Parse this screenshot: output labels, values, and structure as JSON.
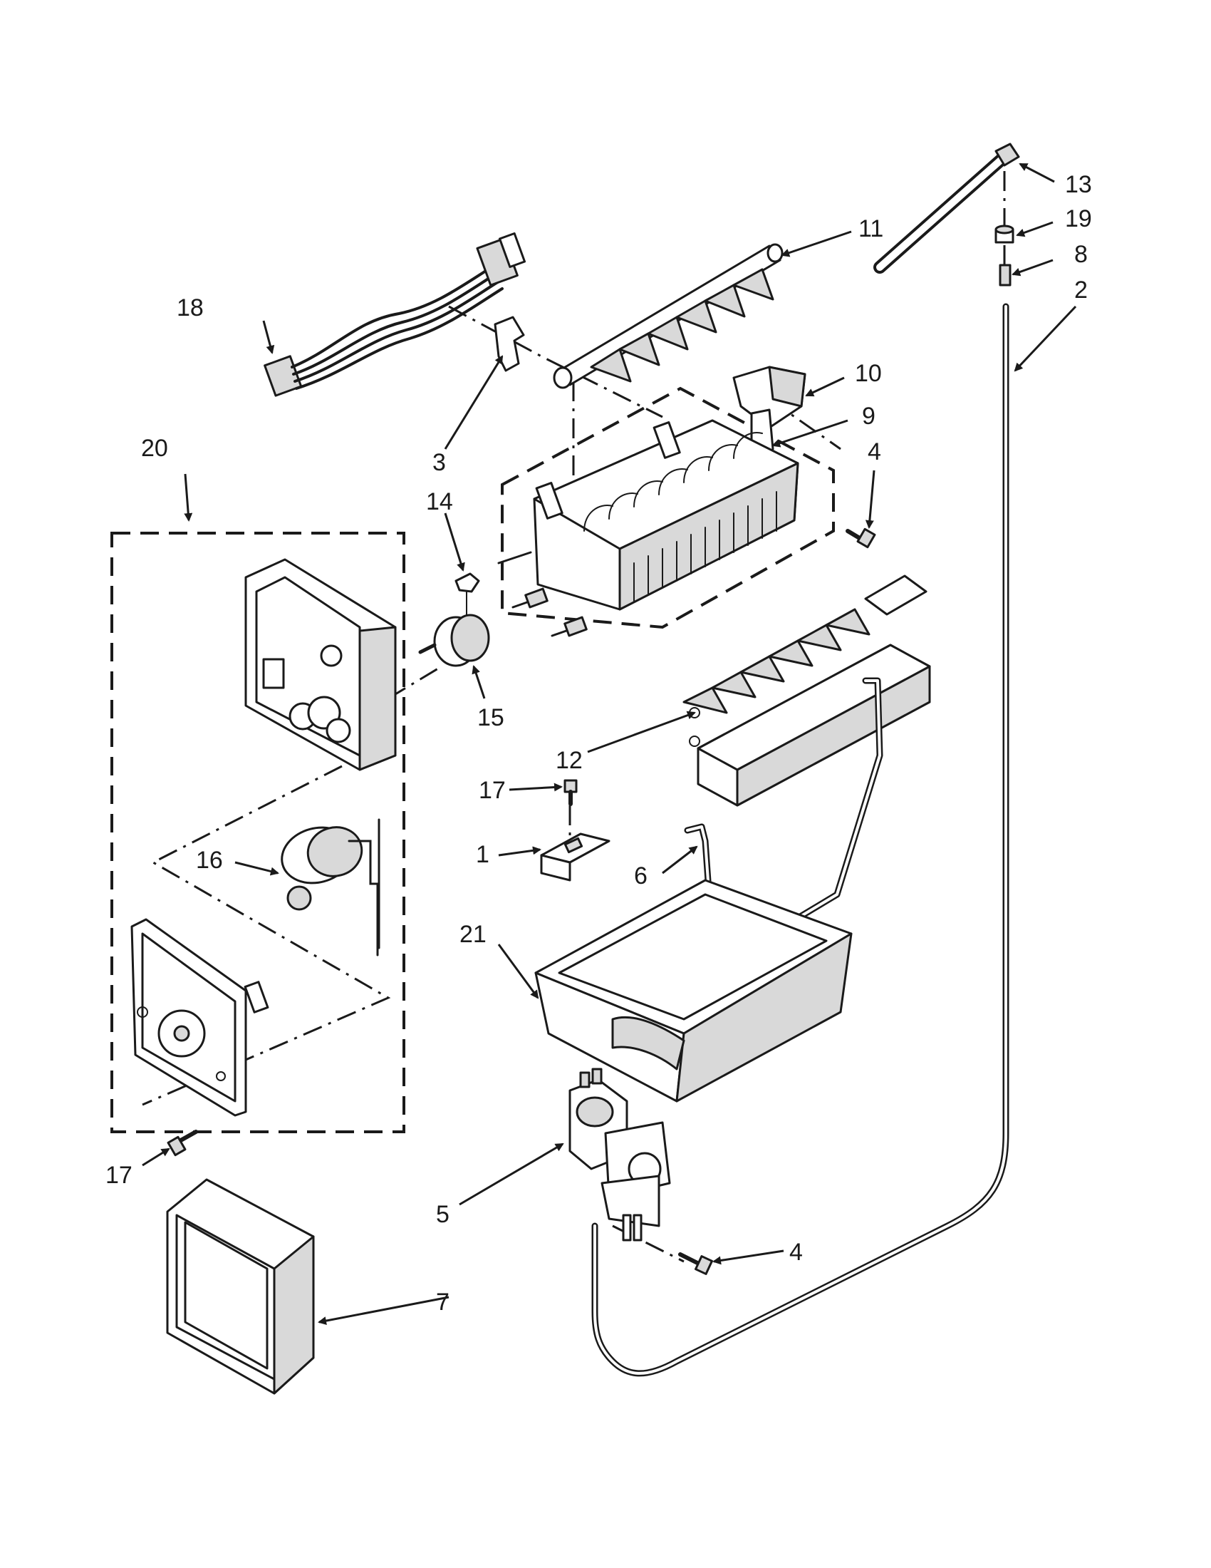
{
  "callouts": {
    "c1": "1",
    "c2": "2",
    "c3": "3",
    "c4a": "4",
    "c4b": "4",
    "c5": "5",
    "c6": "6",
    "c7": "7",
    "c8": "8",
    "c9": "9",
    "c10": "10",
    "c11": "11",
    "c12": "12",
    "c13": "13",
    "c14": "14",
    "c15": "15",
    "c16": "16",
    "c17a": "17",
    "c17b": "17",
    "c18": "18",
    "c19": "19",
    "c20": "20",
    "c21": "21"
  }
}
